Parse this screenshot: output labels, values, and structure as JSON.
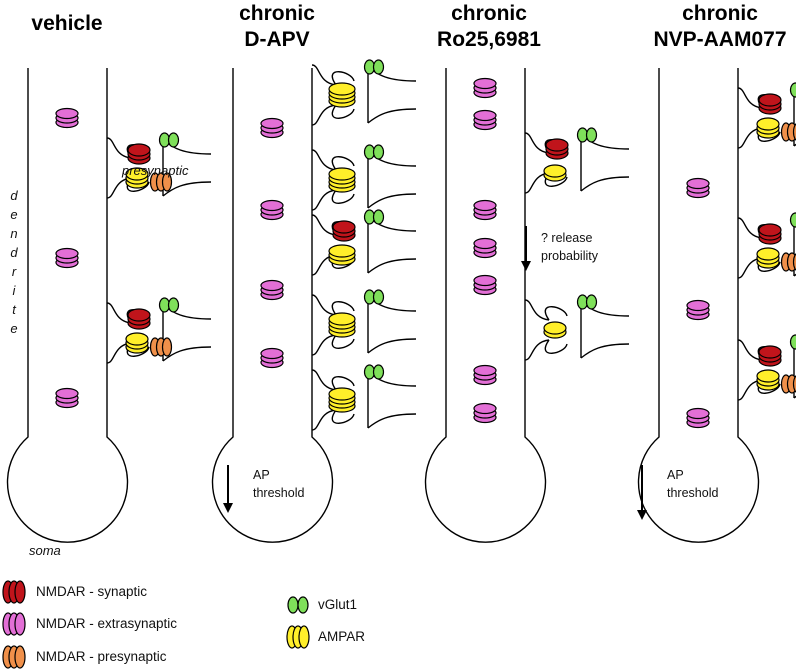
{
  "panels": [
    {
      "id": "vehicle",
      "title": [
        "vehicle"
      ]
    },
    {
      "id": "dapv",
      "title": [
        "chronic",
        "D-APV"
      ]
    },
    {
      "id": "ro",
      "title": [
        "chronic",
        "Ro25,6981"
      ]
    },
    {
      "id": "nvp",
      "title": [
        "chronic",
        "NVP-AAM077"
      ]
    }
  ],
  "labels": {
    "presynaptic": "presynaptic",
    "dendrite": [
      "d",
      "e",
      "n",
      "d",
      "r",
      "i",
      "t",
      "e"
    ],
    "soma": "soma",
    "ap_threshold": [
      "AP",
      "threshold"
    ],
    "release_probability": [
      "? release",
      "probability"
    ]
  },
  "legend": [
    {
      "id": "nmdar-synaptic",
      "label": "NMDAR - synaptic",
      "color": "#c0141b"
    },
    {
      "id": "nmdar-extrasynaptic",
      "label": "NMDAR - extrasynaptic",
      "color": "#e36fd6"
    },
    {
      "id": "nmdar-presynaptic",
      "label": "NMDAR - presynaptic",
      "color": "#f0904a"
    },
    {
      "id": "vglut1",
      "label": "vGlut1",
      "color": "#7fe05a"
    },
    {
      "id": "ampar",
      "label": "AMPAR",
      "color": "#ffef2a"
    }
  ],
  "colors": {
    "nmdar_synaptic": "#c0141b",
    "nmdar_extrasynaptic": "#e36fd6",
    "nmdar_presynaptic": "#f0904a",
    "vglut1": "#7fe05a",
    "ampar": "#ffef2a",
    "outline": "#000000"
  }
}
